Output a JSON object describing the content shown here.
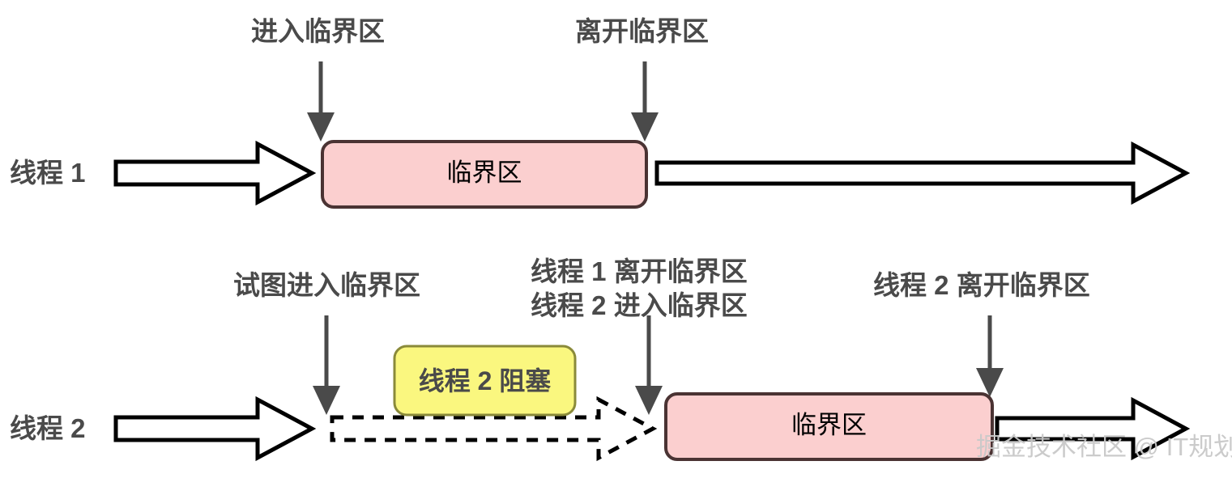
{
  "diagram": {
    "title_hidden": "",
    "colors": {
      "critical_fill": "#fbcfcf",
      "critical_stroke": "#4a3333",
      "blocked_fill": "#faf77f",
      "blocked_stroke": "#8a8a3a",
      "text_dark": "#4a4a4a",
      "line_black": "#000000",
      "watermark": "#c9c9c9"
    },
    "lanes": [
      {
        "name": "thread-1",
        "label": "线程 1",
        "callouts": [
          {
            "name": "enter-critical-section",
            "text": "进入临界区"
          },
          {
            "name": "leave-critical-section",
            "text": "离开临界区"
          }
        ],
        "critical_box": {
          "name": "critical-section-box",
          "text": "临界区"
        }
      },
      {
        "name": "thread-2",
        "label": "线程 2",
        "callouts": [
          {
            "name": "try-enter-critical-section",
            "text": "试图进入临界区"
          },
          {
            "name": "handoff-note",
            "line1": "线程 1 离开临界区",
            "line2": "线程 2 进入临界区"
          },
          {
            "name": "thread2-leave-critical-section",
            "text": "线程 2 离开临界区"
          }
        ],
        "blocked_box": {
          "name": "thread-2-blocked-box",
          "text": "线程 2 阻塞"
        },
        "critical_box": {
          "name": "critical-section-box",
          "text": "临界区"
        }
      }
    ],
    "watermark": "掘金技术社区 @ IT规划师"
  }
}
